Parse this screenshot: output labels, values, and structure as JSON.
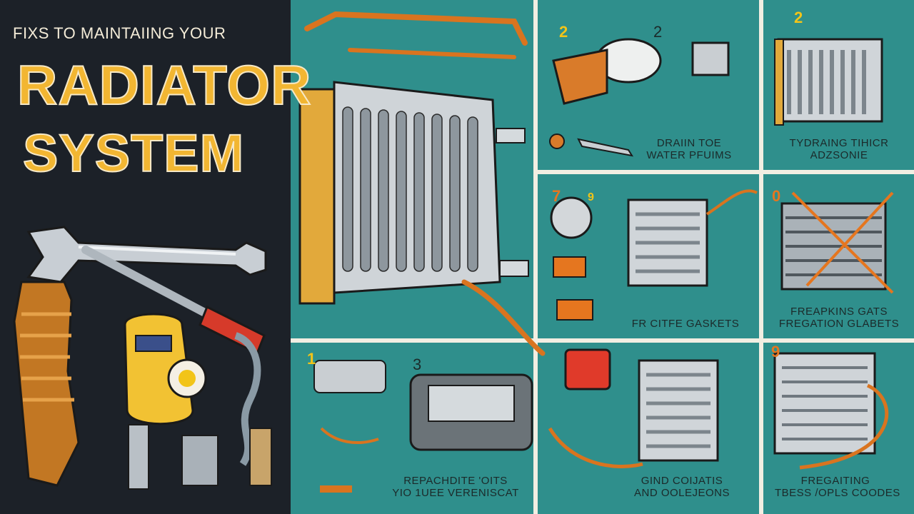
{
  "title": {
    "subtitle": "FIXS TO MAINTAIING YOUR",
    "line1": "RADIATOR",
    "line2": "SYSTEM"
  },
  "panels": {
    "top_center": {
      "number": "2",
      "number_2": "2",
      "caption_line1": "DRAIIN TOE",
      "caption_line2": "WATER PFUIMS"
    },
    "top_right": {
      "number": "2",
      "caption_line1": "TYDRAING TIHICR",
      "caption_line2": "ADZSONIE"
    },
    "mid_center": {
      "number": "7",
      "number_2": "9",
      "caption_line1": "FR CITFE GASKETS"
    },
    "mid_right": {
      "number": "0",
      "caption_line1": "FREAPKINS GATS",
      "caption_line2": "FREGATION GLABETS"
    },
    "bottom_left": {
      "number": "1",
      "number_2": "3",
      "caption_line1": "REPACHDITE 'OITS",
      "caption_line2": "YIO 1UEE VERENISCAT"
    },
    "bottom_center": {
      "caption_line1": "GIND COIJATIS",
      "caption_line2": "AND OOLEJEONS"
    },
    "bottom_right": {
      "number": "9",
      "caption_line1": "FREGAITING",
      "caption_line2": "TBESS /OPLS COODES"
    }
  },
  "colors": {
    "left_background": "#1c2128",
    "right_background": "#2f8f8c",
    "title_accent": "#f2b632",
    "number_accent": "#f2c418",
    "hose_orange": "#d9741f"
  }
}
